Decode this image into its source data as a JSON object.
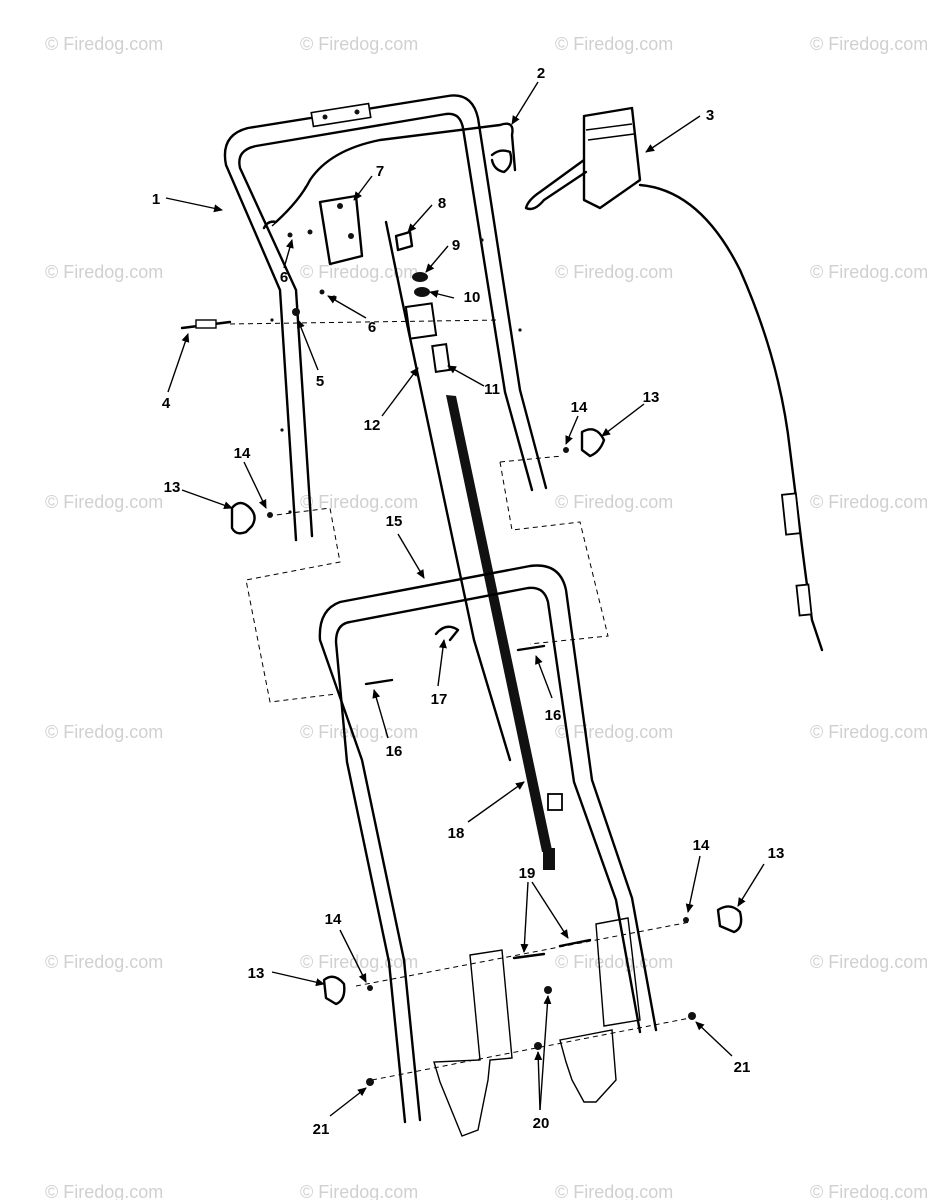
{
  "watermark": "© Firedog.com",
  "callouts": [
    "1",
    "2",
    "3",
    "4",
    "5",
    "6",
    "6",
    "7",
    "8",
    "9",
    "10",
    "11",
    "12",
    "13",
    "14",
    "13",
    "14",
    "15",
    "16",
    "16",
    "17",
    "18",
    "19",
    "14",
    "13",
    "14",
    "13",
    "20",
    "21",
    "21"
  ]
}
